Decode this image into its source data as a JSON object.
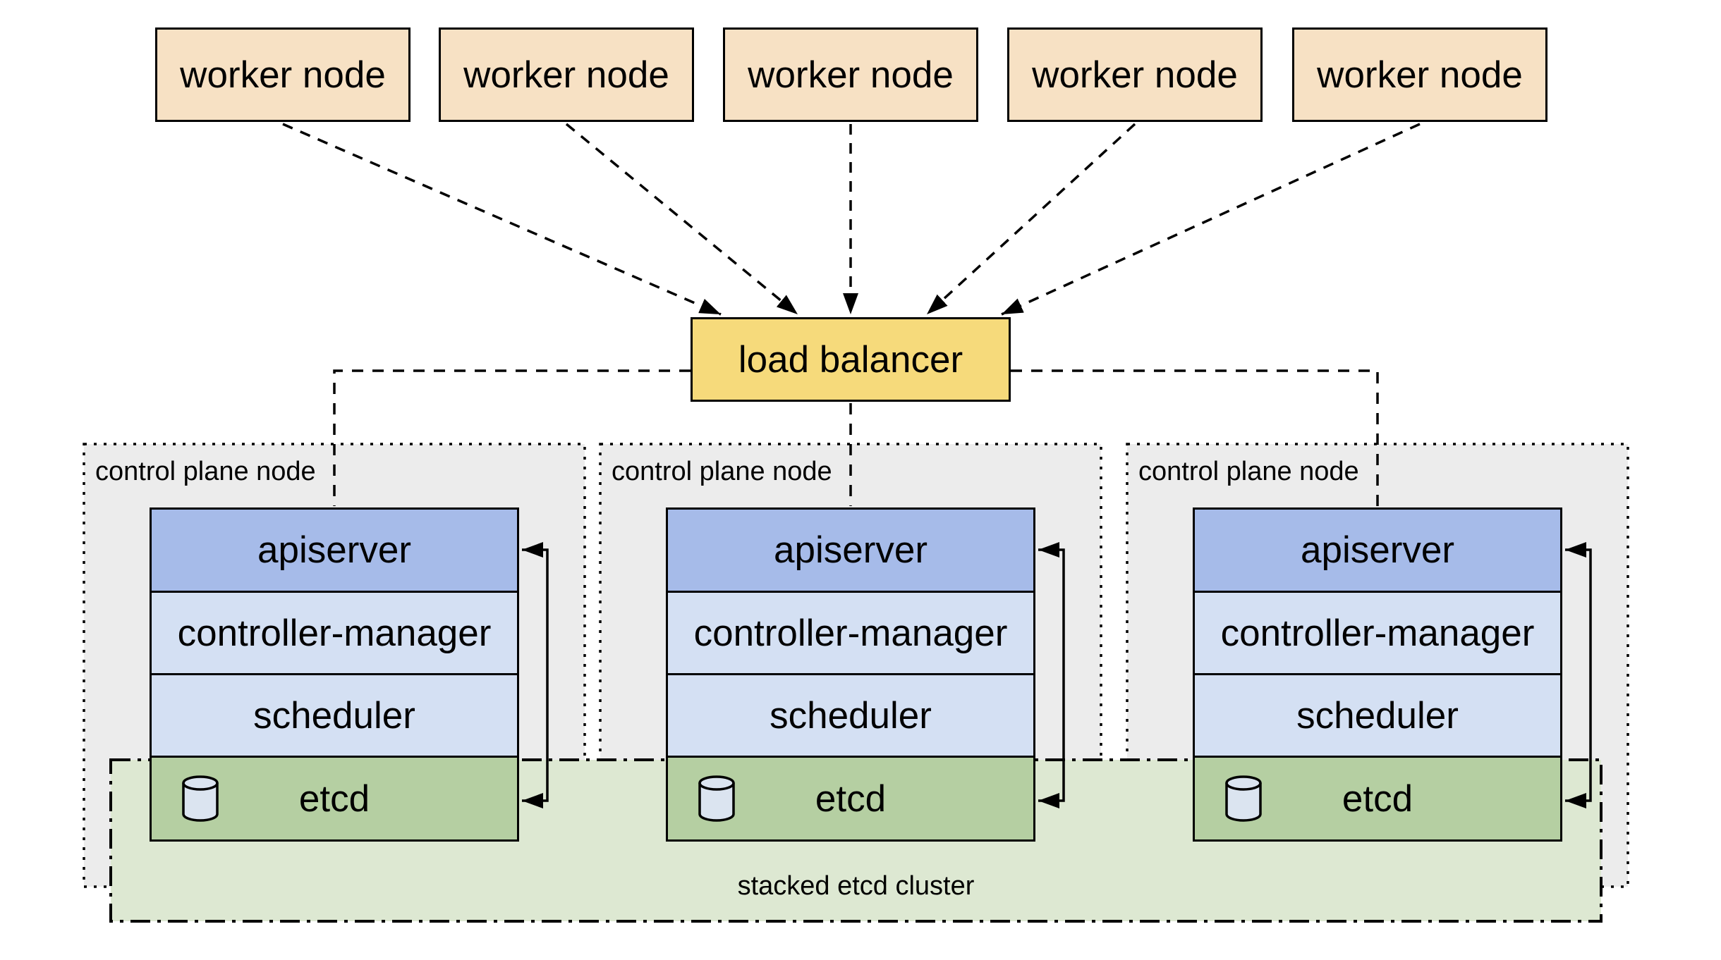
{
  "workers": [
    {
      "label": "worker node"
    },
    {
      "label": "worker node"
    },
    {
      "label": "worker node"
    },
    {
      "label": "worker node"
    },
    {
      "label": "worker node"
    }
  ],
  "load_balancer": {
    "label": "load balancer"
  },
  "control_planes": [
    {
      "label": "control plane node",
      "components": [
        "apiserver",
        "controller-manager",
        "scheduler",
        "etcd"
      ]
    },
    {
      "label": "control plane node",
      "components": [
        "apiserver",
        "controller-manager",
        "scheduler",
        "etcd"
      ]
    },
    {
      "label": "control plane node",
      "components": [
        "apiserver",
        "controller-manager",
        "scheduler",
        "etcd"
      ]
    }
  ],
  "etcd_cluster": {
    "label": "stacked etcd cluster"
  },
  "icons": {
    "etcd_database": "database-cylinder-icon"
  },
  "colors": {
    "worker_fill": "#f7e1c4",
    "load_balancer_fill": "#f6da7b",
    "control_plane_fill": "#ececec",
    "apiserver_fill": "#a6bbe9",
    "controller_scheduler_fill": "#d4e0f3",
    "etcd_fill": "#b5cfa2",
    "etcd_cluster_fill": "#dde8d2",
    "cylinder_fill": "#dbe4f0",
    "line": "#000000"
  }
}
